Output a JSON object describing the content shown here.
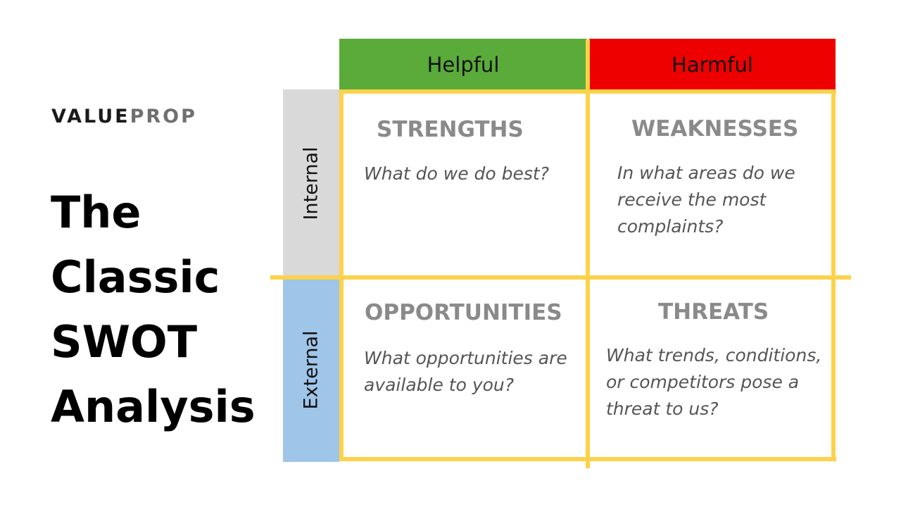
{
  "brand": {
    "part1": "VALUE",
    "part2": "PROP"
  },
  "title_lines": [
    "The",
    "Classic",
    "SWOT",
    "Analysis"
  ],
  "columns": {
    "helpful": "Helpful",
    "harmful": "Harmful"
  },
  "rows": {
    "internal": "Internal",
    "external": "External"
  },
  "quadrants": {
    "strengths": {
      "title": "STRENGTHS",
      "question": "What do we do best?"
    },
    "weaknesses": {
      "title": "WEAKNESSES",
      "question": "In what areas do we receive the most complaints?"
    },
    "opportunities": {
      "title": "OPPORTUNITIES",
      "question": "What opportunities are available to you?"
    },
    "threats": {
      "title": "THREATS",
      "question": "What trends, conditions, or competitors pose a threat to us?"
    }
  },
  "colors": {
    "helpful": "#5aab39",
    "harmful": "#ee0000",
    "internal": "#d9d9d9",
    "external": "#9fc5e8",
    "grid": "#fdd24a"
  }
}
